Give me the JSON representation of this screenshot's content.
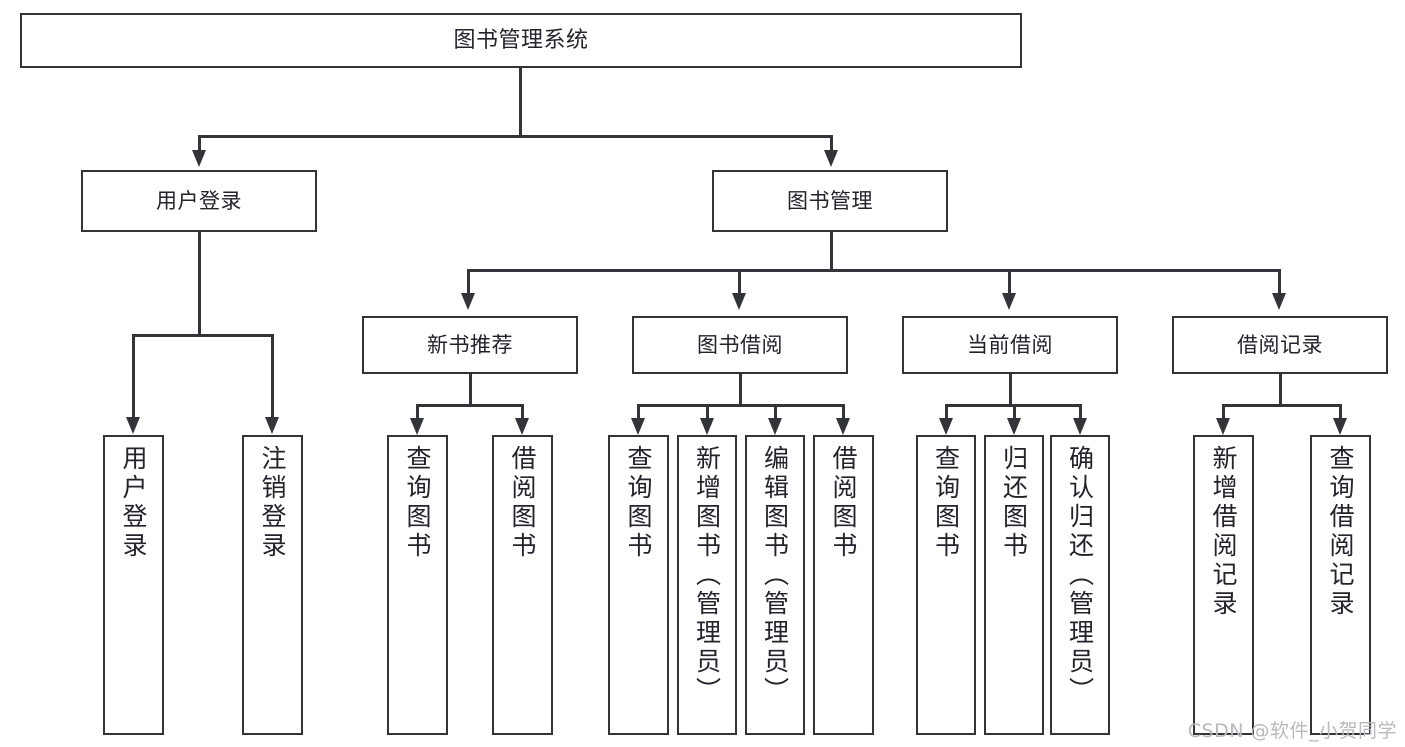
{
  "diagram": {
    "title": "图书管理系统",
    "type": "tree-hierarchy",
    "root": {
      "label": "图书管理系统"
    },
    "level2": [
      {
        "label": "用户登录"
      },
      {
        "label": "图书管理"
      }
    ],
    "level3": [
      {
        "label": "新书推荐"
      },
      {
        "label": "图书借阅"
      },
      {
        "label": "当前借阅"
      },
      {
        "label": "借阅记录"
      }
    ],
    "leaves": {
      "user_login": [
        {
          "label": "用户登录"
        },
        {
          "label": "注销登录"
        }
      ],
      "new_book_recommend": [
        {
          "label": "查询图书"
        },
        {
          "label": "借阅图书"
        }
      ],
      "book_borrow": [
        {
          "label": "查询图书"
        },
        {
          "label": "新增图书（管理员）"
        },
        {
          "label": "编辑图书（管理员）"
        },
        {
          "label": "借阅图书"
        }
      ],
      "current_borrow": [
        {
          "label": "查询图书"
        },
        {
          "label": "归还图书"
        },
        {
          "label": "确认归还（管理员）"
        }
      ],
      "borrow_record": [
        {
          "label": "新增借阅记录"
        },
        {
          "label": "查询借阅记录"
        }
      ]
    }
  },
  "watermark": {
    "text": "CSDN @软件_小贺同学"
  },
  "colors": {
    "stroke": "#33333a",
    "text": "#23232b",
    "background": "#ffffff",
    "watermark": "#b9b9bd"
  }
}
